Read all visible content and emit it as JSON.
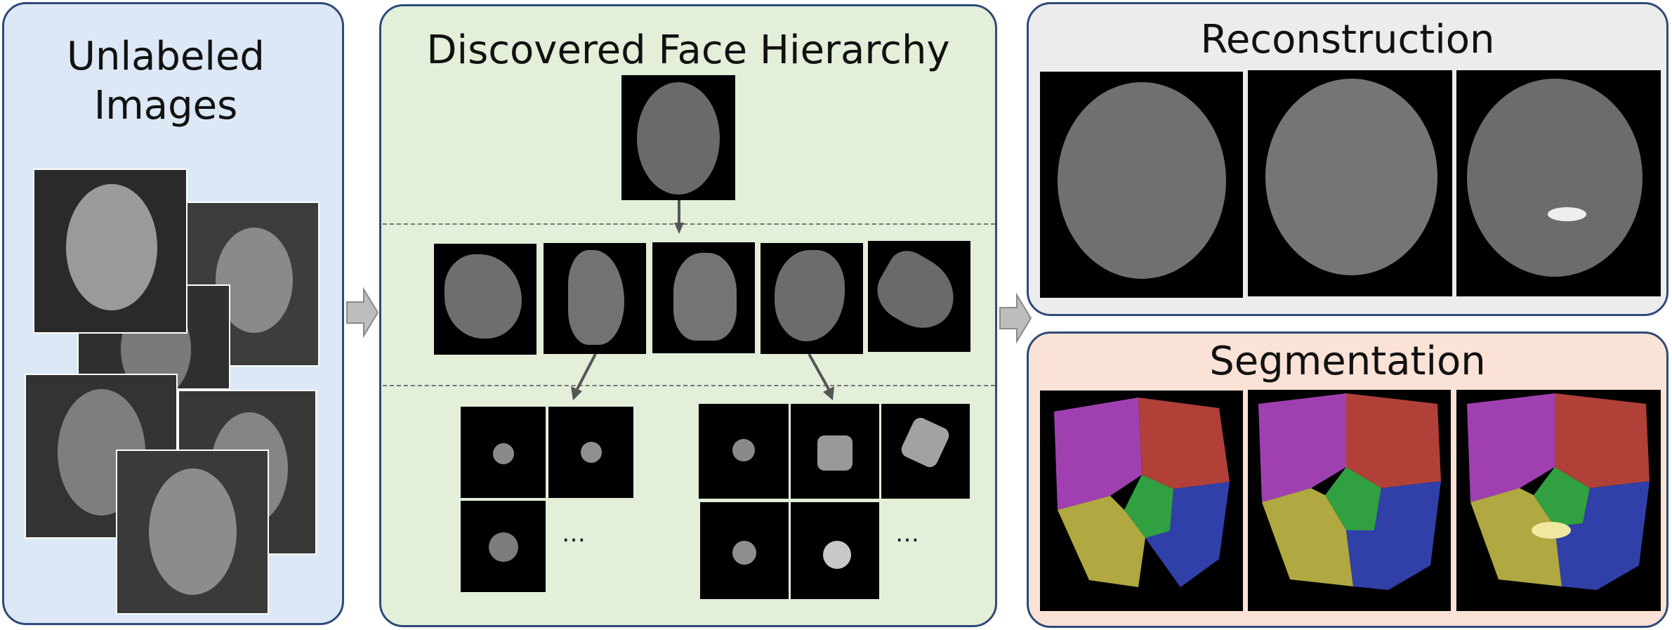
{
  "panels": {
    "unlabeled": {
      "title_line1": "Unlabeled",
      "title_line2": "Images"
    },
    "hierarchy": {
      "title": "Discovered Face Hierarchy",
      "ellipsis_left": "…",
      "ellipsis_right": "…"
    },
    "reconstruction": {
      "title": "Reconstruction"
    },
    "segmentation": {
      "title": "Segmentation"
    }
  },
  "colors": {
    "unlabeled_bg": "#dce8f5",
    "hierarchy_bg": "#e3efd9",
    "reconstruction_bg": "#ececec",
    "segmentation_bg": "#fbe2d6",
    "panel_border": "#2f4a7a",
    "segment_purple": "#a040b0",
    "segment_red": "#b04038",
    "segment_green": "#30a040",
    "segment_yellow": "#b0a840",
    "segment_blue": "#3040a8"
  }
}
